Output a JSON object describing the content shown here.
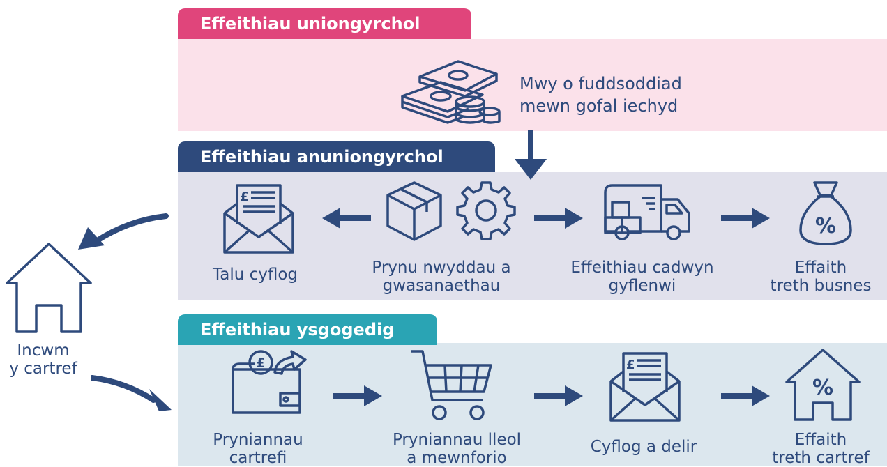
{
  "direct": {
    "tab_label": "Effeithiau uniongyrchol",
    "text": "Mwy o fuddsoddiad mewn gofal iechyd",
    "icon": "money-stack-icon"
  },
  "indirect": {
    "tab_label": "Effeithiau anuniongyrchol",
    "items": [
      {
        "label_line1": "Talu cyflog",
        "label_line2": "",
        "icon": "payslip-envelope-icon"
      },
      {
        "label_line1": "Prynu nwyddau a",
        "label_line2": "gwasanaethau",
        "icon": "box-and-gear-icon"
      },
      {
        "label_line1": "Effeithiau cadwyn",
        "label_line2": "gyflenwi",
        "icon": "delivery-truck-icon"
      },
      {
        "label_line1": "Effaith",
        "label_line2": "treth busnes",
        "icon": "tax-bag-icon"
      }
    ]
  },
  "household": {
    "label_line1": "Incwm",
    "label_line2": "y cartref",
    "icon": "house-icon"
  },
  "induced": {
    "tab_label": "Effeithiau ysgogedig",
    "items": [
      {
        "label_line1": "Pryniannau",
        "label_line2": "cartrefi",
        "icon": "wallet-icon"
      },
      {
        "label_line1": "Pryniannau lleol",
        "label_line2": "a mewnforio",
        "icon": "shopping-cart-icon"
      },
      {
        "label_line1": "Cyflog a delir",
        "label_line2": "",
        "icon": "payslip-envelope-icon"
      },
      {
        "label_line1": "Effaith",
        "label_line2": "treth cartref",
        "icon": "house-tax-icon"
      }
    ]
  },
  "colors": {
    "navy": "#2e4a7c",
    "direct_tab": "#e0457b",
    "direct_bg": "#fbe1ea",
    "indirect_tab": "#2e4a7c",
    "indirect_bg": "#e1e1ec",
    "induced_tab": "#2aa4b4",
    "induced_bg": "#dce7ee"
  }
}
